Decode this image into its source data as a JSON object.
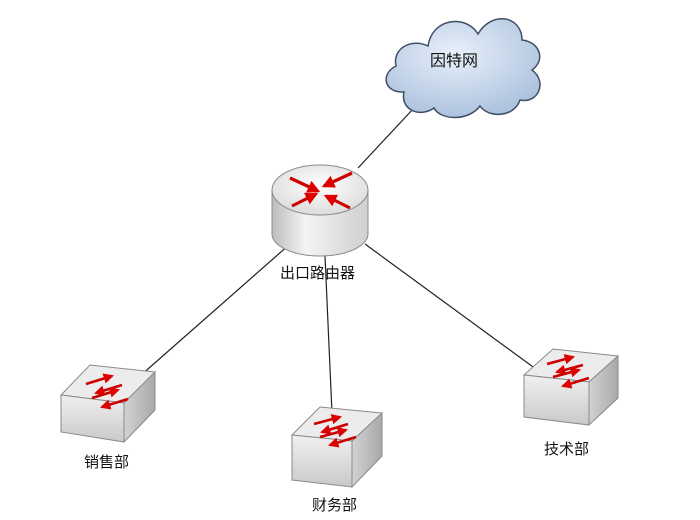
{
  "nodes": {
    "internet": {
      "label": "因特网",
      "icon": "cloud-icon"
    },
    "router": {
      "label": "出口路由器",
      "icon": "router-icon"
    },
    "sales": {
      "label": "销售部",
      "icon": "switch-icon"
    },
    "finance": {
      "label": "财务部",
      "icon": "switch-icon"
    },
    "tech": {
      "label": "技术部",
      "icon": "switch-icon"
    }
  },
  "colors": {
    "cloud_fill": "#b9cbe2",
    "cloud_stroke": "#3f4f66",
    "device_body": "#e6e6e6",
    "device_edge": "#808080",
    "arrow_red": "#dd0000",
    "link_line": "#222222"
  }
}
